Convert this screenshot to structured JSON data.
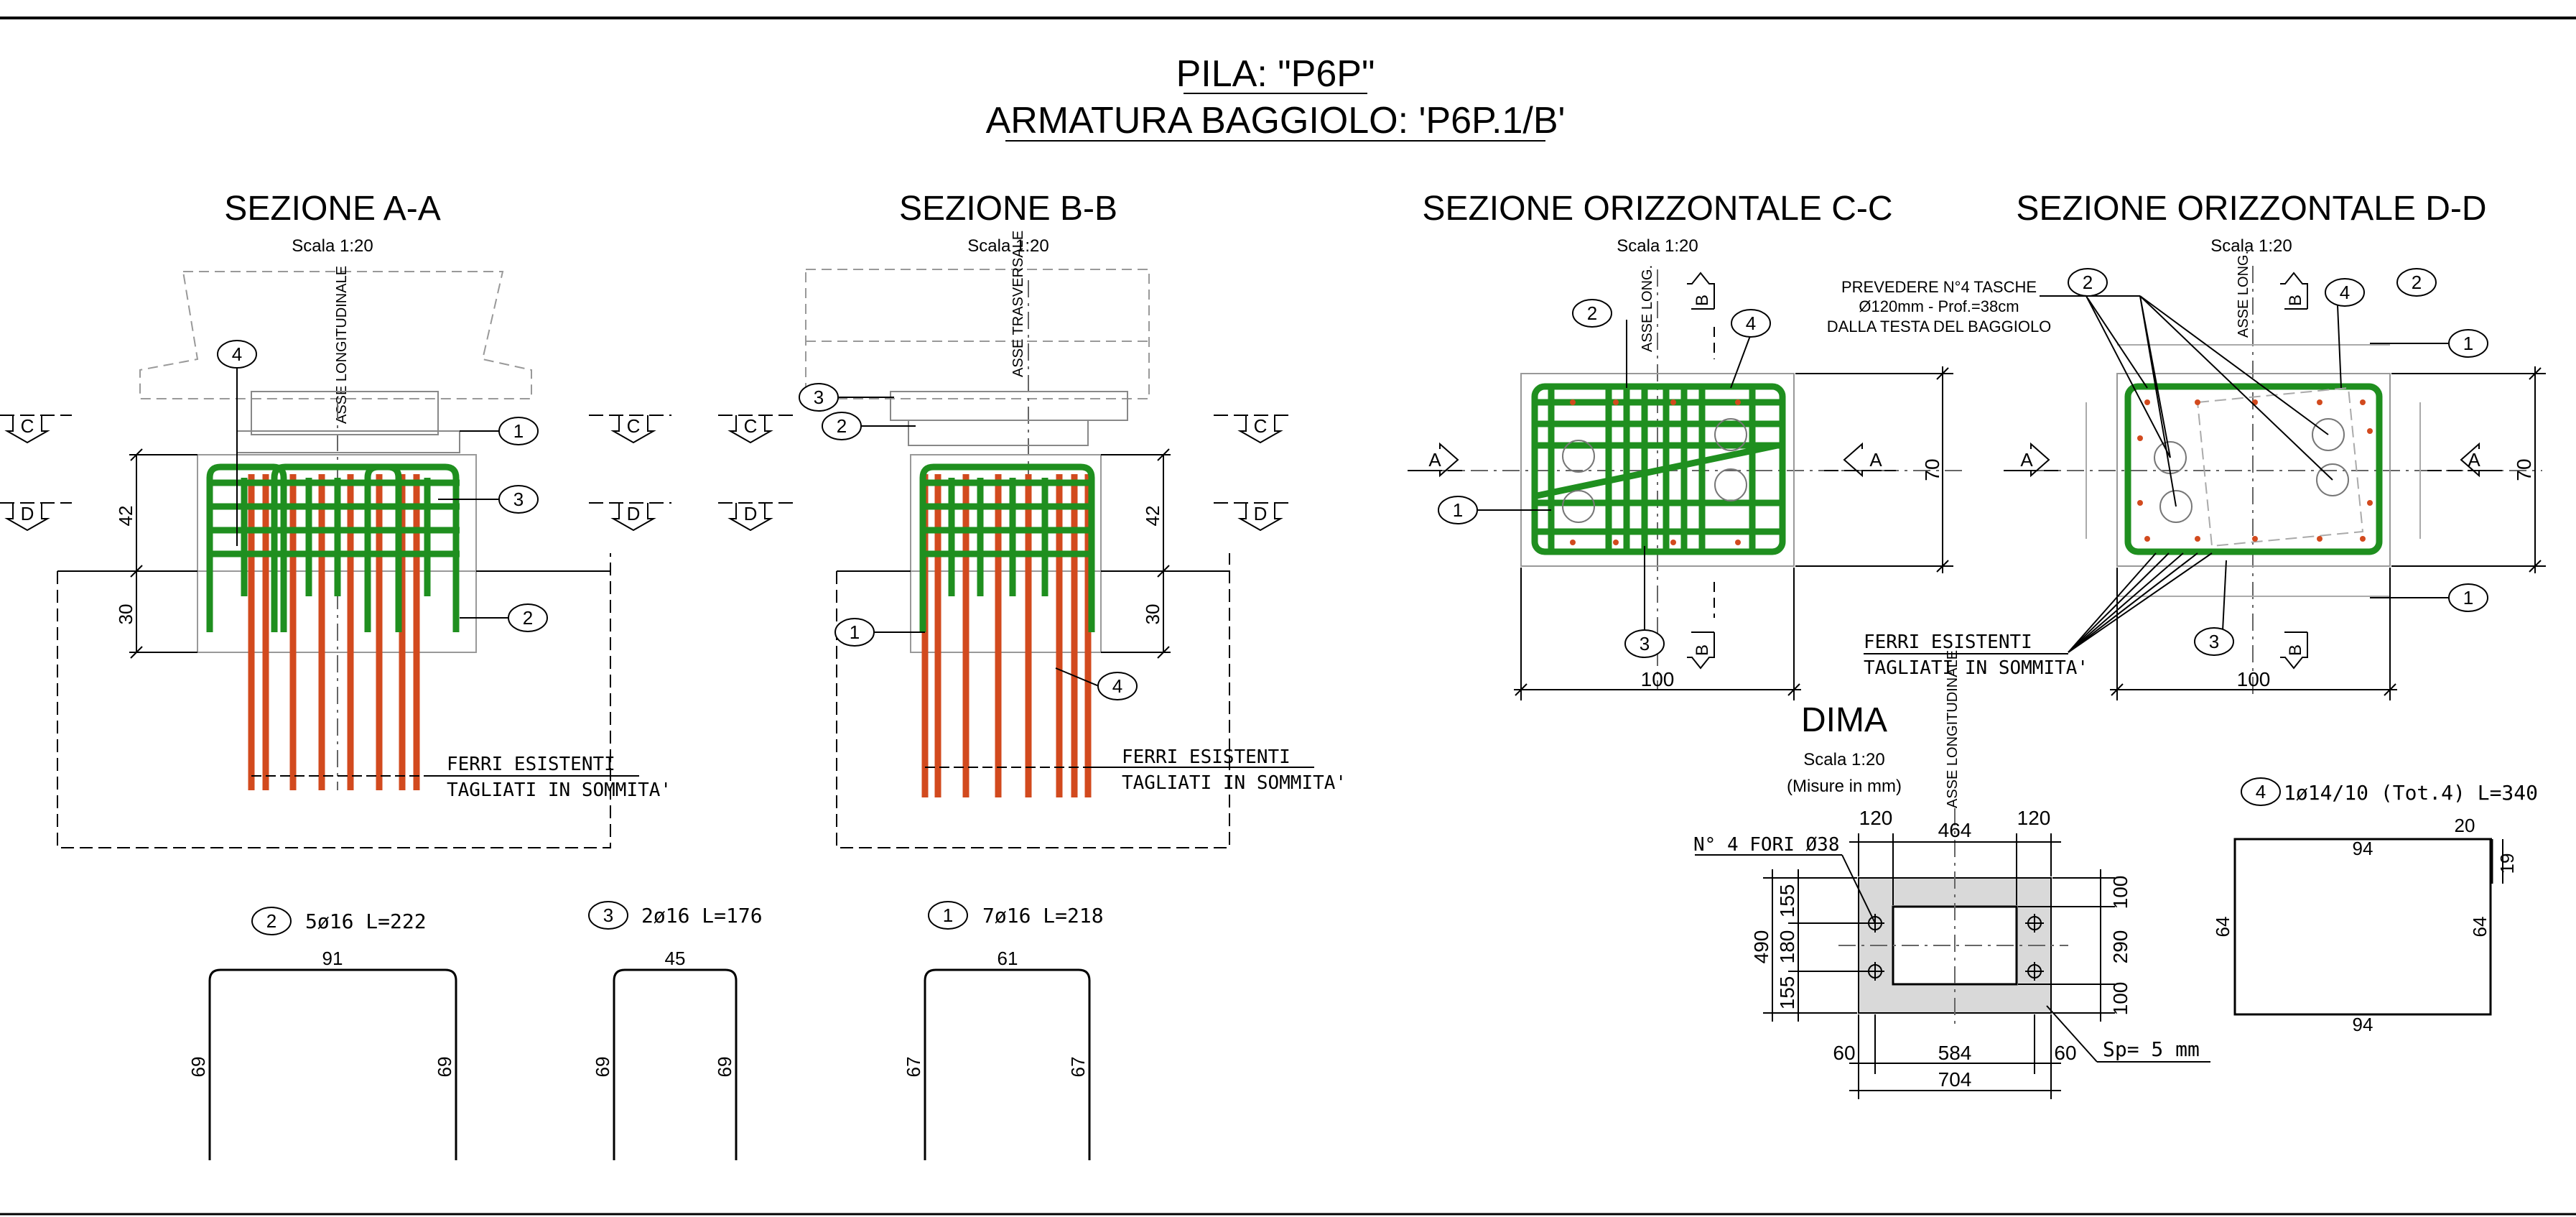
{
  "header": {
    "title1": "PILA: \"P6P\"",
    "title2": "ARMATURA BAGGIOLO: 'P6P.1/B'"
  },
  "sections": {
    "aa": {
      "title": "SEZIONE A-A",
      "scale": "Scala 1:20",
      "axis": "ASSE LONGITUDINALE",
      "dim_top": "42",
      "dim_bottom": "30",
      "note1": "FERRI ESISTENTI",
      "note2": "TAGLIATI IN SOMMITA'"
    },
    "bb": {
      "title": "SEZIONE B-B",
      "scale": "Scala 1:20",
      "axis": "ASSE TRASVERSALE",
      "dim_top": "42",
      "dim_bottom": "30",
      "note1": "FERRI ESISTENTI",
      "note2": "TAGLIATI IN SOMMITA'"
    },
    "cc": {
      "title": "SEZIONE ORIZZONTALE C-C",
      "scale": "Scala 1:20",
      "axis": "ASSE LONG.",
      "dim_w": "100",
      "dim_h": "70"
    },
    "dd": {
      "title": "SEZIONE ORIZZONTALE D-D",
      "scale": "Scala 1:20",
      "axis": "ASSE LONG.",
      "dim_w": "100",
      "dim_h": "70",
      "pocket1": "PREVEDERE N°4 TASCHE",
      "pocket2": "Ø120mm  - Prof.=38cm",
      "pocket3": "DALLA TESTA DEL BAGGIOLO",
      "note1": "FERRI ESISTENTI",
      "note2": "TAGLIATI IN SOMMITA'"
    }
  },
  "section_marks": {
    "a": "A",
    "b": "B",
    "c": "C",
    "d": "D"
  },
  "callouts": [
    "1",
    "2",
    "3",
    "4"
  ],
  "dima": {
    "title": "DIMA",
    "scale": "Scala 1:20",
    "units": "(Misure in mm)",
    "axis": "ASSE LONGITUDINALE",
    "holes": "N° 4 FORI Ø38",
    "thickness": "Sp= 5 mm",
    "top_left": "120",
    "top_mid": "464",
    "top_right": "120",
    "bot_left": "60",
    "bot_mid": "584",
    "bot_right": "60",
    "bot_total": "704",
    "left_total": "490",
    "left_a": "155",
    "left_b": "180",
    "left_c": "155",
    "right_a": "100",
    "right_b": "290",
    "right_c": "100"
  },
  "bars": {
    "b2": {
      "num": "2",
      "label": "5ø16  L=222",
      "top": "91",
      "left": "69",
      "right": "69"
    },
    "b3": {
      "num": "3",
      "label": "2ø16  L=176",
      "top": "45",
      "left": "69",
      "right": "69"
    },
    "b1": {
      "num": "1",
      "label": "7ø16  L=218",
      "top": "61",
      "left": "67",
      "right": "67"
    },
    "b4": {
      "num": "4",
      "label": "1ø14/10 (Tot.4) L=340",
      "top": "94",
      "bottom": "94",
      "left": "64",
      "right": "64",
      "hook_h": "20",
      "hook_v": "19"
    }
  },
  "colors": {
    "rebar_new": "#1f8f1f",
    "rebar_existing": "#d24a1e",
    "line": "#000000",
    "faint": "#999999",
    "plate": "#d9d9d9"
  }
}
